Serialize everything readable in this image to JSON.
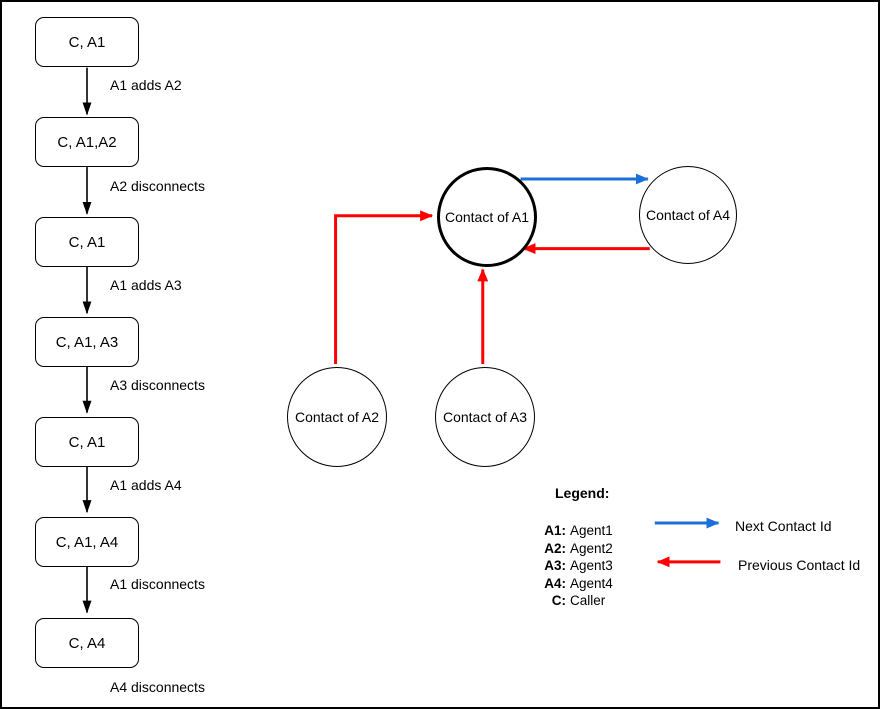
{
  "flow": {
    "nodes": [
      {
        "label": "C, A1"
      },
      {
        "label": "C, A1,A2"
      },
      {
        "label": "C, A1"
      },
      {
        "label": "C, A1, A3"
      },
      {
        "label": "C, A1"
      },
      {
        "label": "C, A1, A4"
      },
      {
        "label": "C, A4"
      }
    ],
    "edges": [
      {
        "label": "A1 adds A2"
      },
      {
        "label": "A2 disconnects"
      },
      {
        "label": "A1 adds A3"
      },
      {
        "label": "A3 disconnects"
      },
      {
        "label": "A1 adds A4"
      },
      {
        "label": "A1 disconnects"
      },
      {
        "label": "A4 disconnects"
      }
    ]
  },
  "contacts": {
    "a1": {
      "label": "Contact of A1"
    },
    "a4": {
      "label": "Contact of A4"
    },
    "a2": {
      "label": "Contact of A2"
    },
    "a3": {
      "label": "Contact of A3"
    }
  },
  "legend": {
    "title": "Legend:",
    "entries": [
      {
        "key": "A1:",
        "value": "Agent1"
      },
      {
        "key": "A2:",
        "value": "Agent2"
      },
      {
        "key": "A3:",
        "value": "Agent3"
      },
      {
        "key": "A4:",
        "value": "Agent4"
      },
      {
        "key": "C:",
        "value": "Caller"
      }
    ],
    "next_contact_label": "Next Contact Id",
    "previous_contact_label": "Previous Contact Id"
  },
  "colors": {
    "next_contact": "#1a70d6",
    "previous_contact": "#ff0000",
    "stroke": "#000000"
  }
}
